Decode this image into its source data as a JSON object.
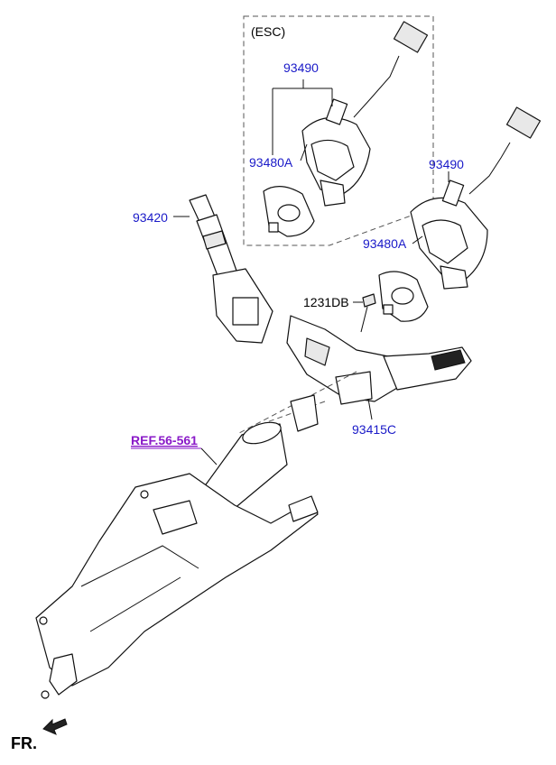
{
  "labels": {
    "esc_box": "(ESC)",
    "p93490_top": "93490",
    "p93480a_top": "93480A",
    "p93490_right": "93490",
    "p93480a_right": "93480A",
    "p93420": "93420",
    "p1231db": "1231DB",
    "p93415c": "93415C",
    "ref": "REF.56-561",
    "fr": "FR."
  },
  "colors": {
    "part_number": "#1a1ac8",
    "reference": "#8a1ac8",
    "outline": "#111111"
  }
}
